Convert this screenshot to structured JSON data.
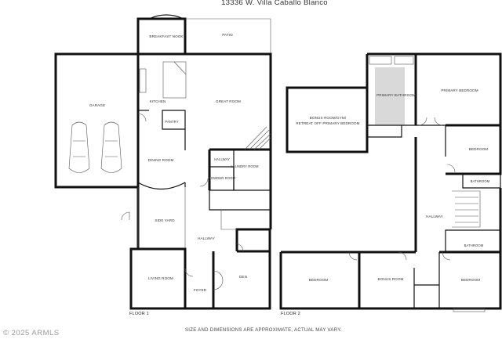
{
  "title": "13336 W. Villa Caballo Blanco",
  "disclaimer": "SIZE AND DIMENSIONS ARE APPROXIMATE, ACTUAL MAY VARY.",
  "copyright": "2025 ARMLS",
  "floor1": {
    "label": "FLOOR 1",
    "rooms": {
      "breakfast_nook": "BREAKFAST NOOK",
      "patio": "PATIO",
      "garage": "GARAGE",
      "kitchen": "KITCHEN",
      "great_room": "GREAT ROOM",
      "pantry": "PANTRY",
      "dining_room": "DINING ROOM",
      "hallway_upper": "HALLWAY",
      "laundry_room": "LAUNDRY ROOM",
      "powder_room": "POWDER ROOM",
      "side_yard": "SIDE YARD",
      "hallway_lower": "HALLWAY",
      "living_room": "LIVING ROOM",
      "den": "DEN",
      "foyer": "FOYER"
    }
  },
  "floor2": {
    "label": "FLOOR 2",
    "rooms": {
      "primary_bathroom": "PRIMARY BATHROOM",
      "primary_bedroom": "PRIMARY BEDROOM",
      "bonus_line1": "BONUS ROOM/GYM/",
      "bonus_line2": "RETREAT OFF PRIMARY BEDROOM",
      "bedroom_right": "BEDROOM",
      "bathroom_upper": "BATHROOM",
      "hallway": "HALLWAY",
      "bathroom_lower": "BATHROOM",
      "bedroom_left": "BEDROOM",
      "bonus_room": "BONUS ROOM",
      "bedroom_bottom_right": "BEDROOM"
    }
  }
}
